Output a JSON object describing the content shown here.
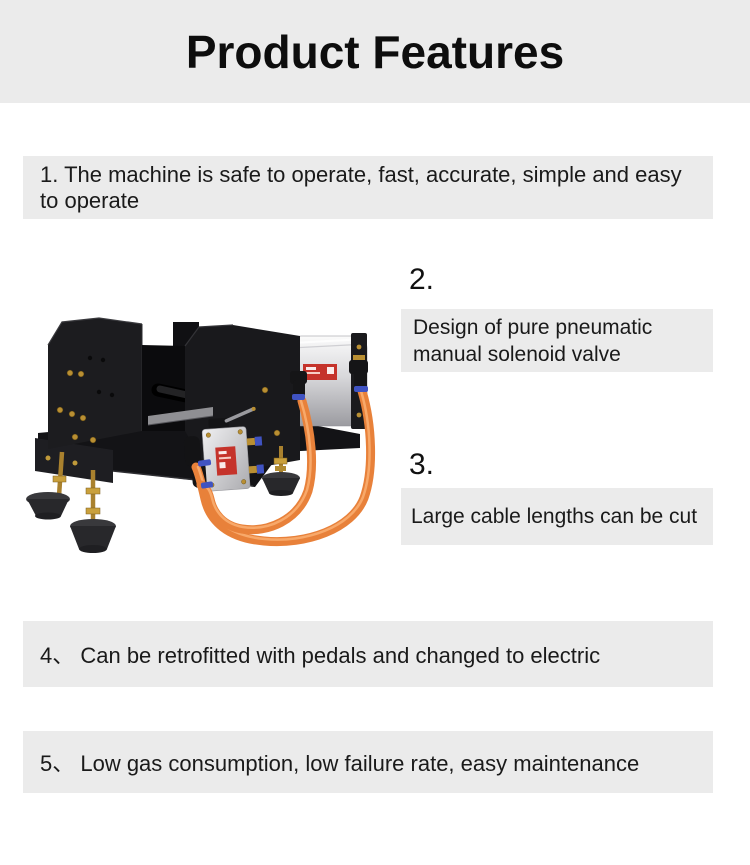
{
  "header": {
    "title": "Product Features"
  },
  "features": {
    "item1": {
      "text": "1. The machine is safe to operate, fast, accurate, simple and easy to operate"
    },
    "item2": {
      "number": "2.",
      "text": "Design of pure pneumatic manual solenoid valve"
    },
    "item3": {
      "number": "3.",
      "text": "Large cable lengths can be cut"
    },
    "item4": {
      "text": "4、 Can be retrofitted with pedals and changed to electric"
    },
    "item5": {
      "text": "5、 Low gas consumption, low failure rate, easy maintenance"
    }
  },
  "image": {
    "description": "pneumatic cable cutting machine with air cylinder, solenoid valve, orange air tubes and suction-cup feet"
  },
  "colors": {
    "page_bg": "#ffffff",
    "panel_bg": "#ebebeb",
    "text": "#1a1a1a",
    "machine_body": "#1b1b1e",
    "tube_orange": "#e8813a",
    "cylinder_silver": "#d8d8db",
    "label_red": "#c5332b",
    "brass_gold": "#b98f33",
    "fitting_blue": "#4053c2",
    "foot_black": "#28282b"
  }
}
